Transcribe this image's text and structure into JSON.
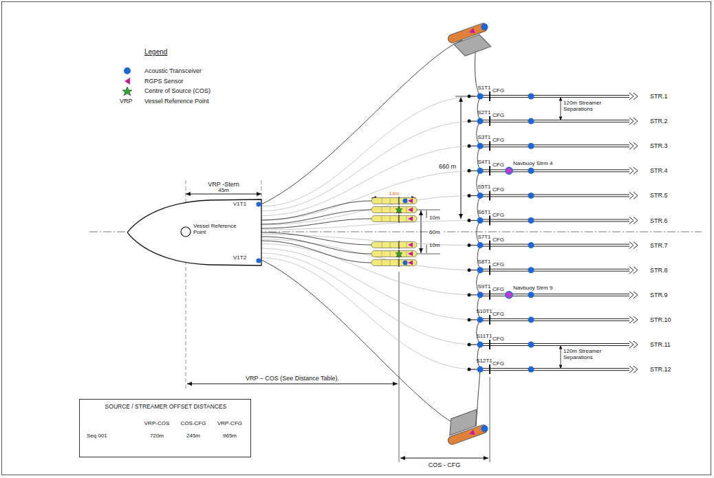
{
  "diagram": {
    "nodes": [
      {
        "text": [
          "Vessel Reference Point",
          "V1T1",
          "V1T2"
        ]
      },
      {
        "text": [
          "SOURCE / STREAMER OFFSET DISTANCES",
          "VRP-COS",
          "COS-CFG",
          "VRP-CFG",
          "Seq 001",
          "720m",
          "245m",
          "965m"
        ]
      }
    ],
    "labels": [
      "Legend",
      "VRP",
      "VRP -Stern",
      "45m",
      "14m",
      "10m",
      "10m",
      "60m",
      "660 m",
      "120m Streamer Separations",
      "120m Streamer Separations",
      "Navbuoy Strm 4",
      "Navbuoy Strm 9",
      "VRP – COS (See Distance Table).",
      "COS - CFG",
      "S1T1",
      "S2T1",
      "S3T1",
      "S4T1",
      "S5T1",
      "S6T1",
      "S7T1",
      "S8T1",
      "S9T1",
      "S10T1",
      "S11T1",
      "S12T1",
      "CFG",
      "CFG",
      "CFG",
      "CFG",
      "CFG",
      "CFG",
      "CFG",
      "CFG",
      "CFG",
      "CFG",
      "CFG",
      "CFG",
      "STR.1",
      "STR.2",
      "STR.3",
      "STR.4",
      "STR.5",
      "STR.6",
      "STR.7",
      "STR.8",
      "STR.9",
      "STR.10",
      "STR.11",
      "STR.12"
    ],
    "legend": [
      {
        "text": "Acoustic Transceiver"
      },
      {
        "text": "RGPS Sensor"
      },
      {
        "text": "Centre of Source (COS)"
      },
      {
        "text": "Vessel Reference Point"
      }
    ]
  }
}
